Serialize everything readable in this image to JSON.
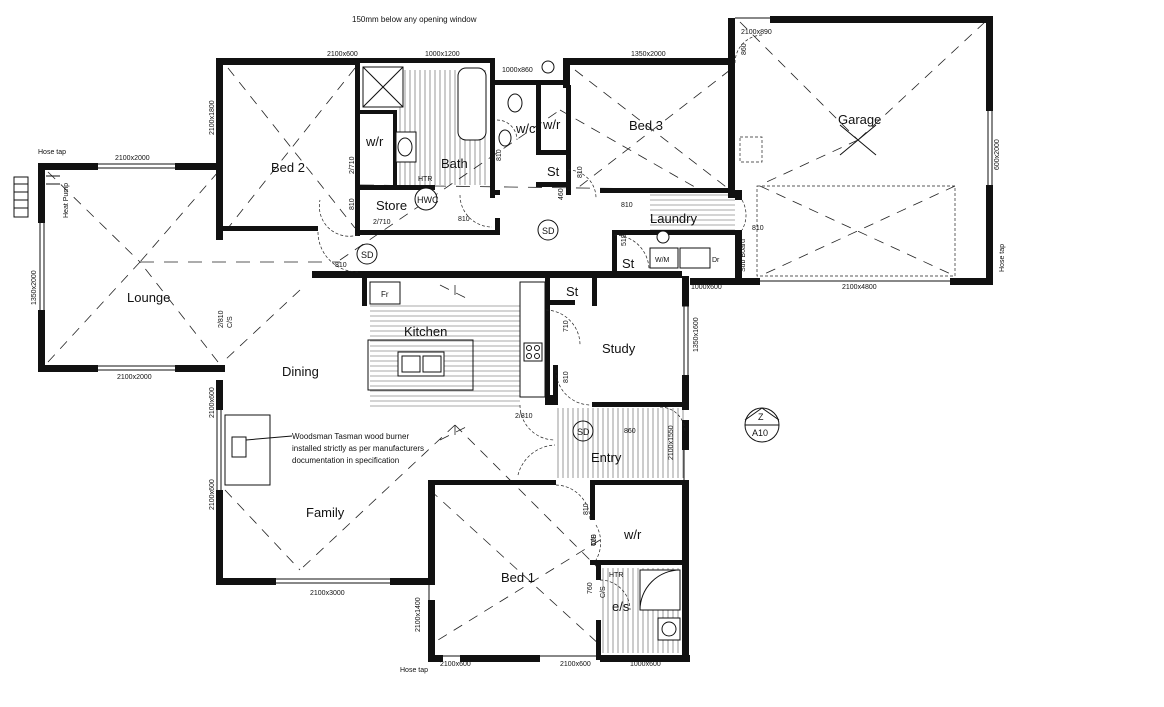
{
  "notes": {
    "window_note": "150mm below any opening window",
    "wood_burner_1": "Woodsman Tasman wood burner",
    "wood_burner_2": "installed strictly as per manufacturers",
    "wood_burner_3": "documentation in specification"
  },
  "rooms": {
    "bed2": "Bed 2",
    "bath": "Bath",
    "wc": "w/c",
    "wr_bath": "w/r",
    "wr_hall": "w/r",
    "st_hall": "St",
    "bed3": "Bed 3",
    "garage": "Garage",
    "store": "Store",
    "hwc": "HWC",
    "laundry": "Laundry",
    "st_laundry": "St",
    "lounge": "Lounge",
    "kitchen": "Kitchen",
    "fr": "Fr",
    "st_study": "St",
    "study": "Study",
    "dining": "Dining",
    "entry": "Entry",
    "family": "Family",
    "wr_bed1": "w/r",
    "bed1": "Bed 1",
    "es": "e/s",
    "wm": "W/M",
    "dr": "Dr",
    "sub_board": "Sub Board",
    "htr_bath": "HTR",
    "htr_es": "HTR"
  },
  "symbols": {
    "sd": "SD",
    "compass_top": "Z",
    "compass_bottom": "A10"
  },
  "labels": {
    "hose_tap_left": "Hose tap",
    "heat_pump": "Heat Pump",
    "hose_tap_right": "Hose tap",
    "hose_tap_bottom": "Hose tap",
    "cs_dining": "C/S",
    "cs_bed1": "C/S",
    "cs_es": "C/S"
  },
  "dimensions": {
    "d01": "2100x600",
    "d02": "1000x1200",
    "d03": "1000x860",
    "d04": "1350x2000",
    "d05": "2100x890",
    "d06": "860",
    "d07": "2100x1800",
    "d08": "2100x2000",
    "d09": "2/710",
    "d10": "810",
    "d11": "2/710",
    "d12": "810",
    "d13": "810",
    "d14": "810",
    "d15": "460",
    "d16": "810",
    "d17": "600x2000",
    "d18": "810",
    "d19": "518",
    "d20": "810",
    "d21": "1350x2000",
    "d22": "1000x600",
    "d23": "2100x4800",
    "d24": "2/810",
    "d25": "710",
    "d26": "1350x1600",
    "d27": "2100x2000",
    "d28": "2100x600",
    "d29": "810",
    "d30": "2/810",
    "d31": "860",
    "d32": "2100x1550",
    "d33": "2100x600",
    "d34": "810",
    "d35": "760",
    "d36": "760",
    "d37": "2100x3000",
    "d38": "2100x1400",
    "d39": "2100x600",
    "d40": "2100x600",
    "d41": "1000x600"
  }
}
